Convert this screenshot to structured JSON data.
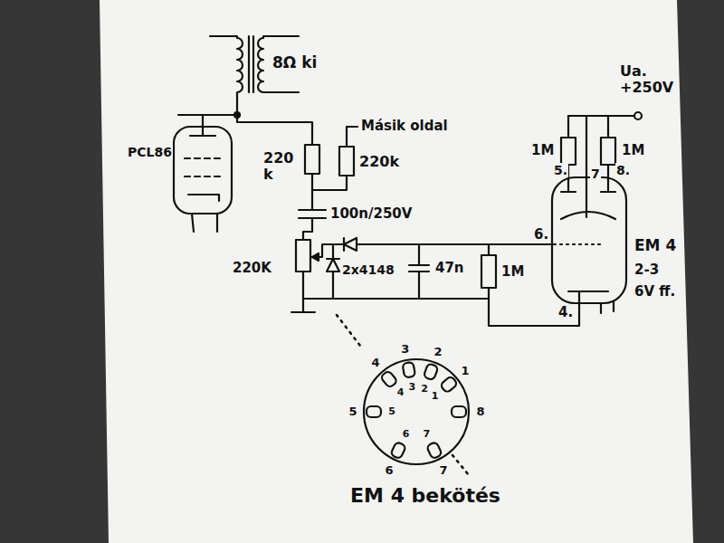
{
  "diagram": {
    "labels": [
      "8Ω ki",
      "PCL86",
      "Másik oldal",
      "220 k",
      "220k",
      "100n/250V",
      "220K",
      "2x4148",
      "47n",
      "1M",
      "Ua. +250V",
      "1M",
      "1M",
      "5.",
      "7",
      "8.",
      "6.",
      "EM 4",
      "2-3",
      "6V ff.",
      "4.",
      "4",
      "3",
      "2",
      "1",
      "5",
      "6",
      "7",
      "8",
      "4",
      "3",
      "2",
      "1",
      "5",
      "6",
      "7",
      "EM 4 bekötés"
    ]
  }
}
